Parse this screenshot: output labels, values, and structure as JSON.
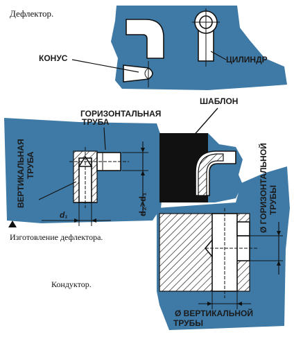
{
  "captions": {
    "title": "Дефлектор.",
    "making": "Изготовление дефлектора.",
    "conductor": "Кондуктор."
  },
  "labels": {
    "cone": "КОНУС",
    "cylinder": "ЦИЛИНДР",
    "template": "ШАБЛОН",
    "horizontal_pipe_1": "ГОРИЗОНТАЛЬНАЯ",
    "horizontal_pipe_2": "ТРУБА",
    "vertical_pipe_1": "ВЕРТИКАЛЬНАЯ",
    "vertical_pipe_2": "ТРУБА",
    "d2_formula": "d₂>d₁",
    "d1": "d₁",
    "dia_horizontal_1": "Ø ГОРИЗОНТАЛЬНОЙ",
    "dia_horizontal_2": "ТРУБЫ",
    "dia_vertical_1": "Ø ВЕРТИКАЛЬНОЙ",
    "dia_vertical_2": "ТРУБЫ"
  },
  "colors": {
    "blueprint": "#3f7aa6",
    "template_fill": "#111111"
  }
}
